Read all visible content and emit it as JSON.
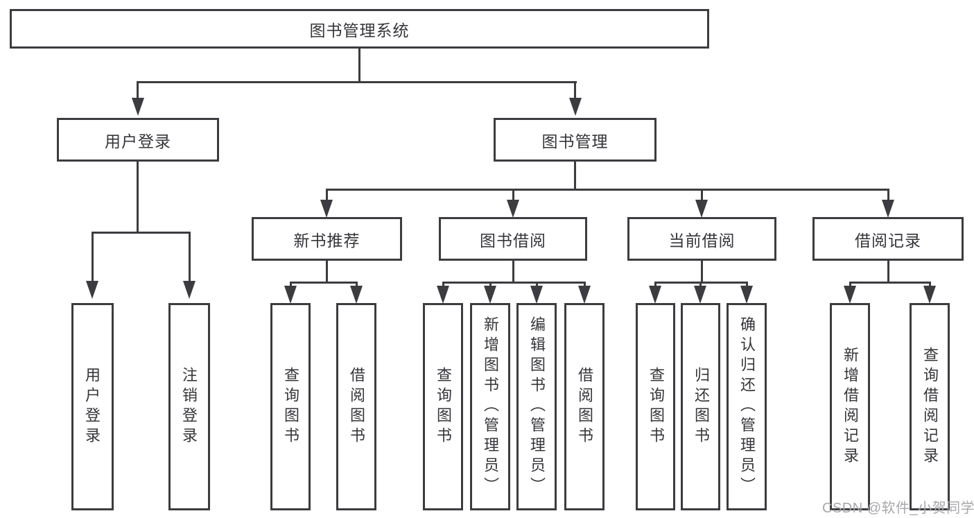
{
  "tree": {
    "root": {
      "label": "图书管理系统",
      "children": [
        {
          "label": "用户登录",
          "children": [
            {
              "label": "用户登录"
            },
            {
              "label": "注销登录"
            }
          ]
        },
        {
          "label": "图书管理",
          "children": [
            {
              "label": "新书推荐",
              "children": [
                {
                  "label": "查询图书"
                },
                {
                  "label": "借阅图书"
                }
              ]
            },
            {
              "label": "图书借阅",
              "children": [
                {
                  "label": "查询图书"
                },
                {
                  "label": "新增图书（管理员）"
                },
                {
                  "label": "编辑图书（管理员）"
                },
                {
                  "label": "借阅图书"
                }
              ]
            },
            {
              "label": "当前借阅",
              "children": [
                {
                  "label": "查询图书"
                },
                {
                  "label": "归还图书"
                },
                {
                  "label": "确认归还（管理员）"
                }
              ]
            },
            {
              "label": "借阅记录",
              "children": [
                {
                  "label": "新增借阅记录"
                },
                {
                  "label": "查询借阅记录"
                }
              ]
            }
          ]
        }
      ]
    }
  },
  "watermark": {
    "text": "CSDN @软件_小贺同学"
  },
  "colors": {
    "background": "#ffffff",
    "border": "#3c3c40",
    "line": "#3c3c40",
    "text": "#35353a",
    "watermark": "#a7a7aa"
  }
}
